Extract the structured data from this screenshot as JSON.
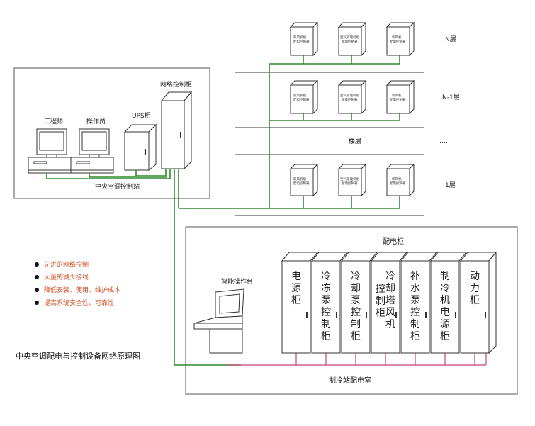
{
  "control_station": {
    "label": "中央空调控制站",
    "engineer": "工程师",
    "operator": "操作员",
    "ups": "UPS柜",
    "network_cabinet": "网络控制柜"
  },
  "floors": {
    "n": "N层",
    "n_minus_1": "N-1层",
    "dots": "……",
    "floor_word": "楼层",
    "one": "1层",
    "box_left_line1": "新风机组",
    "box_left_line2": "配电控制箱",
    "box_mid_line1": "空气处理机组",
    "box_mid_line2": "配电控制箱",
    "box_right_line1": "新风机",
    "box_right_line2": "配电控制箱"
  },
  "features": [
    "先进的网络控制",
    "大量的减少接线",
    "降低安装、使用、维护成本",
    "提高系统安全性、可靠性"
  ],
  "diagram_title": "中央空调配电与控制设备网络原理图",
  "power_room": {
    "label": "制冷站配电室",
    "panel_title": "配电柜",
    "console": "智能操作台",
    "cabinets": [
      [
        "电",
        "源",
        "柜"
      ],
      [
        "冷",
        "冻",
        "泵",
        "控",
        "制",
        "柜"
      ],
      [
        "冷",
        "却",
        "泵",
        "控",
        "制",
        "柜"
      ],
      [
        "冷",
        "却",
        "塔",
        "风",
        "机",
        "控",
        "制",
        "柜"
      ],
      [
        "补",
        "水",
        "泵",
        "控",
        "制",
        "柜"
      ],
      [
        "制",
        "冷",
        "机",
        "电",
        "源",
        "柜"
      ],
      [
        "动",
        "力",
        "柜"
      ]
    ]
  },
  "colors": {
    "network": "#2e8b2e",
    "power": "#c7427a",
    "accent": "#d2532a"
  }
}
